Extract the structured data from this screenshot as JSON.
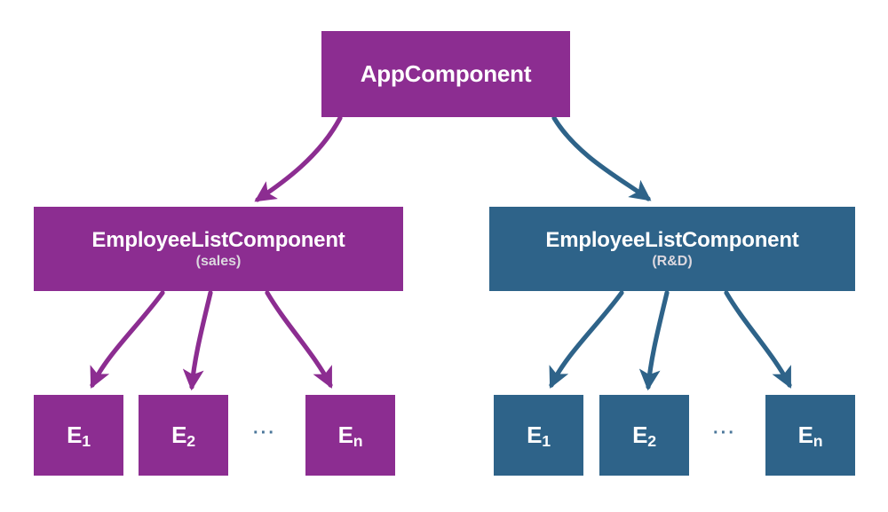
{
  "diagram": {
    "type": "component-tree",
    "title": "Angular component tree with two EmployeeListComponent branches",
    "colors": {
      "purple": "#8C2D91",
      "blue": "#2E6389",
      "background": "#FFFFFF",
      "text": "#FFFFFF",
      "subtitle_text": "#DCD8DF",
      "ellipsis": "#4A7699"
    },
    "root": {
      "label": "AppComponent",
      "color_key": "purple"
    },
    "branches": [
      {
        "id": "sales",
        "color_key": "purple",
        "parent": {
          "label": "EmployeeListComponent",
          "subtitle": "(sales)"
        },
        "ellipsis": "···",
        "leaves": [
          {
            "label": "E",
            "subscript": "1"
          },
          {
            "label": "E",
            "subscript": "2"
          },
          {
            "label": "E",
            "subscript": "n"
          }
        ]
      },
      {
        "id": "rnd",
        "color_key": "blue",
        "parent": {
          "label": "EmployeeListComponent",
          "subtitle": "(R&D)"
        },
        "ellipsis": "···",
        "leaves": [
          {
            "label": "E",
            "subscript": "1"
          },
          {
            "label": "E",
            "subscript": "2"
          },
          {
            "label": "E",
            "subscript": "n"
          }
        ]
      }
    ],
    "edges": [
      {
        "from": "root",
        "to": "parent-sales",
        "color_key": "purple"
      },
      {
        "from": "root",
        "to": "parent-rnd",
        "color_key": "blue"
      },
      {
        "from": "parent-sales",
        "to": "leaf-sales-1",
        "color_key": "purple"
      },
      {
        "from": "parent-sales",
        "to": "leaf-sales-2",
        "color_key": "purple"
      },
      {
        "from": "parent-sales",
        "to": "leaf-sales-n",
        "color_key": "purple"
      },
      {
        "from": "parent-rnd",
        "to": "leaf-rnd-1",
        "color_key": "blue"
      },
      {
        "from": "parent-rnd",
        "to": "leaf-rnd-2",
        "color_key": "blue"
      },
      {
        "from": "parent-rnd",
        "to": "leaf-rnd-n",
        "color_key": "blue"
      }
    ]
  }
}
